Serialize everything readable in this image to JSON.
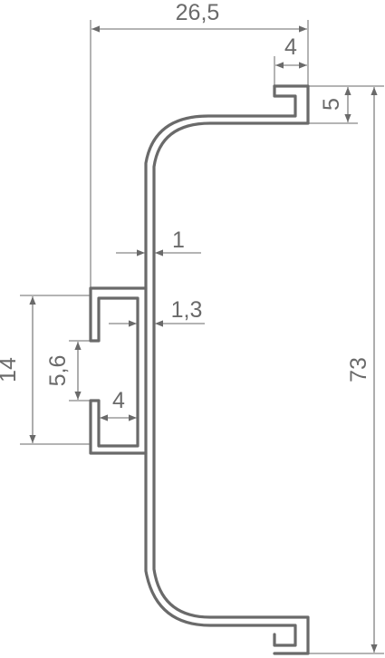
{
  "dimensions": {
    "width_overall": "26,5",
    "top_lip_width": "4",
    "top_lip_height": "5",
    "web_thickness": "1",
    "wall_thickness": "1,3",
    "channel_height": "14",
    "channel_opening": "5,6",
    "channel_depth": "4",
    "overall_height": "73"
  },
  "colors": {
    "line": "#6a6a6a",
    "background": "#ffffff"
  }
}
